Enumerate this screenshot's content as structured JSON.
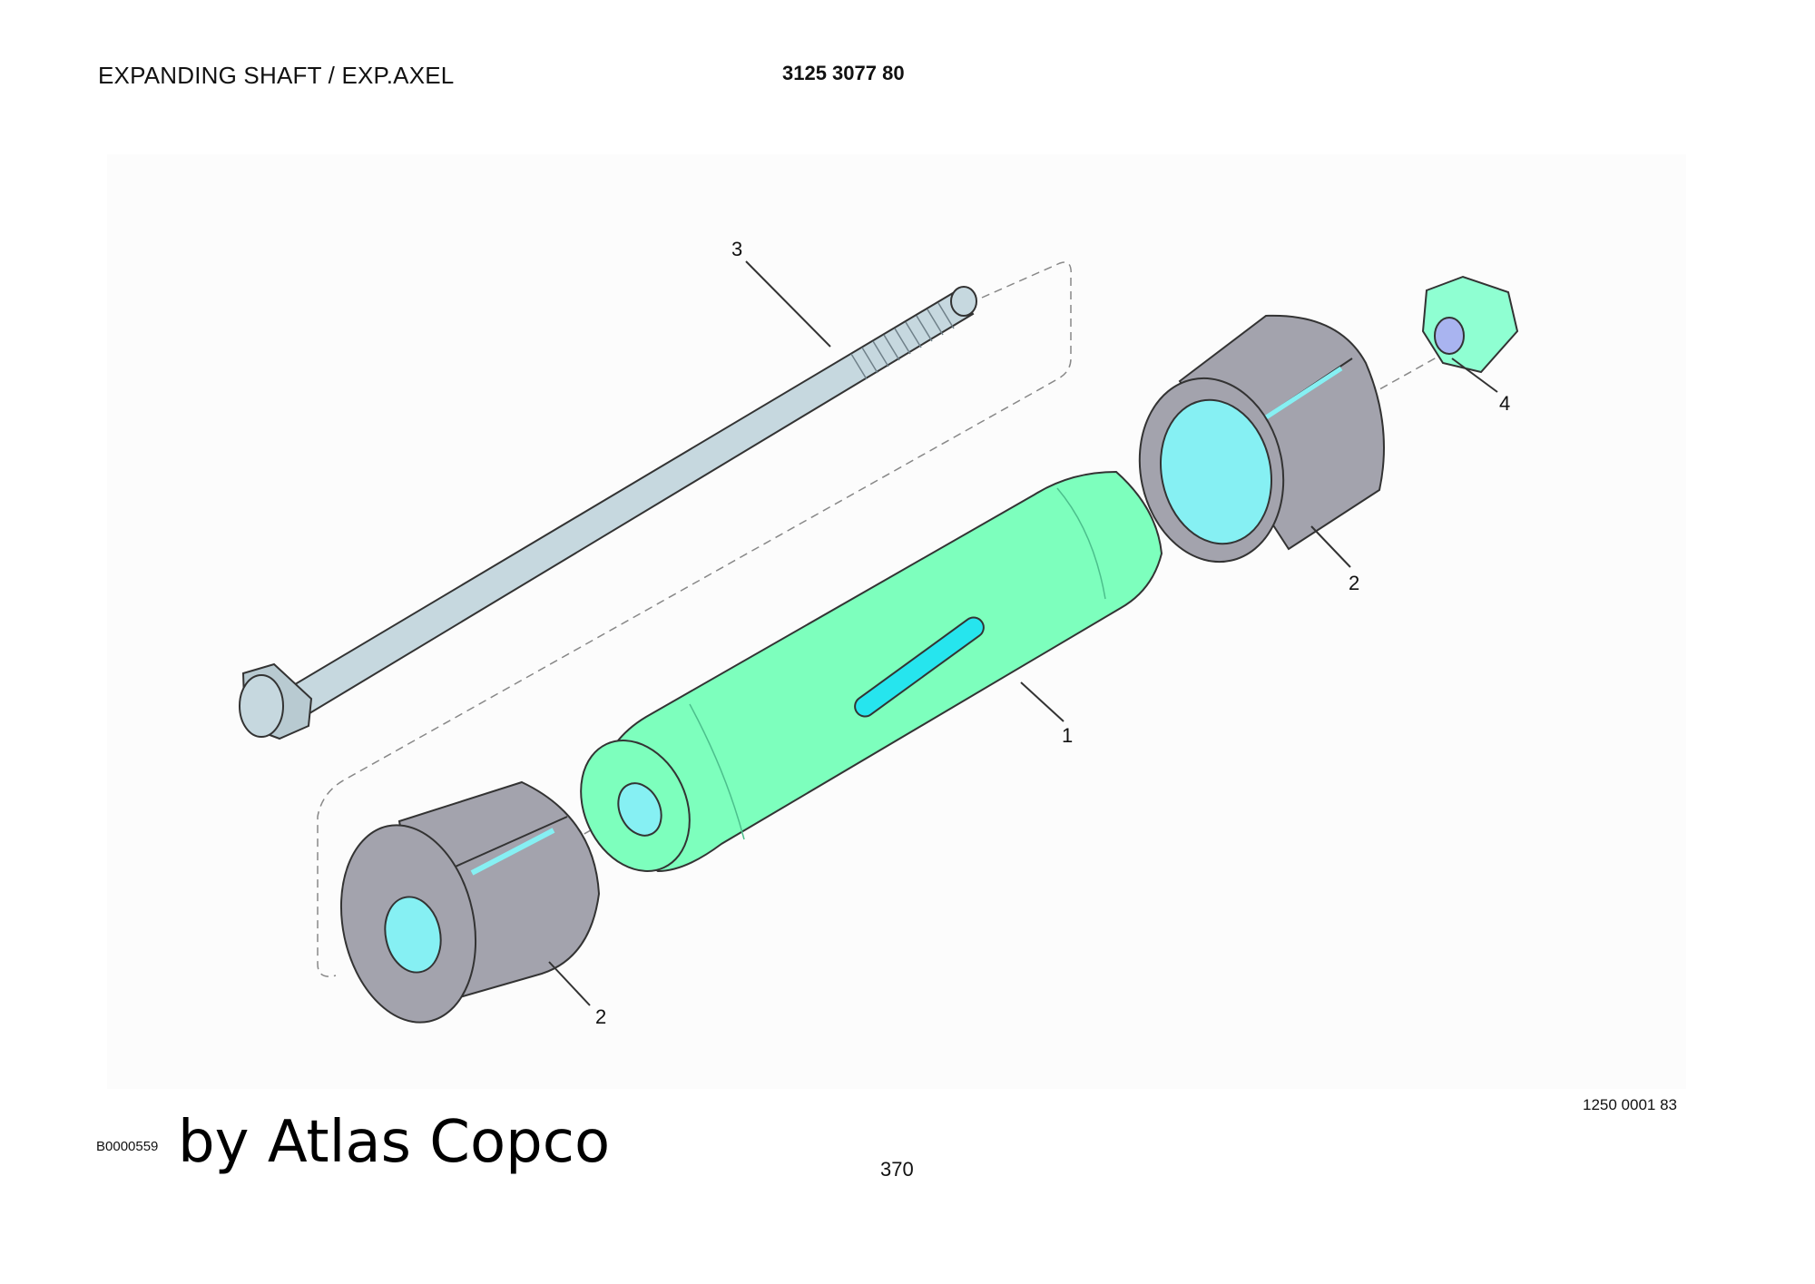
{
  "header": {
    "title": "EXPANDING SHAFT / EXP.AXEL",
    "part_number": "3125 3077 80"
  },
  "diagram": {
    "callouts": [
      "1",
      "2",
      "2",
      "3",
      "4"
    ],
    "colors": {
      "shaft_body": "#7dffbd",
      "bore": "#86f0f3",
      "bushing": "#a3a3ad",
      "bolt": "#c6d8df",
      "nut": "#8fffd2",
      "nut_thread": "#a9b4f0",
      "outline": "#333333"
    }
  },
  "footer": {
    "drawing_number": "1250 0001 83",
    "image_code": "B0000559",
    "watermark": "by Atlas Copco",
    "page_number": "370"
  }
}
